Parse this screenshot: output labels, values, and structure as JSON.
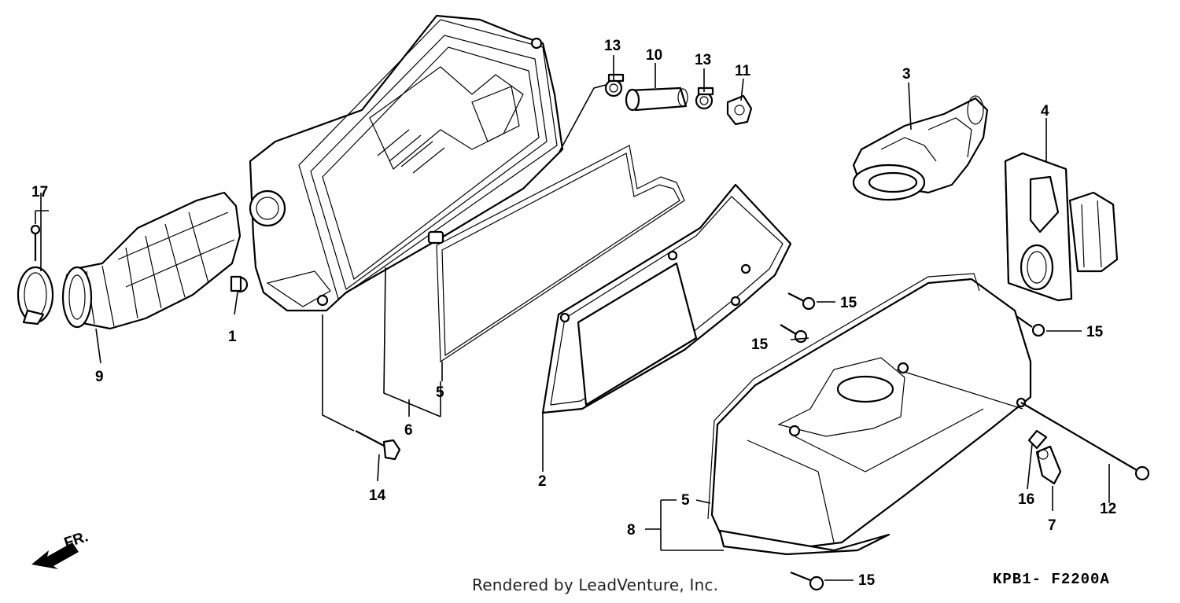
{
  "diagram": {
    "credit_text": "Rendered by LeadVenture, Inc.",
    "diagram_code": "KPB1- F2200A",
    "direction_label": "FR.",
    "callouts": {
      "c1": "1",
      "c2": "2",
      "c3": "3",
      "c4": "4",
      "c5a": "5",
      "c5b": "5",
      "c6": "6",
      "c7": "7",
      "c8": "8",
      "c9": "9",
      "c10": "10",
      "c11": "11",
      "c12": "12",
      "c13a": "13",
      "c13b": "13",
      "c14": "14",
      "c15a": "15",
      "c15b": "15",
      "c15c": "15",
      "c15d": "15",
      "c16": "16",
      "c17": "17"
    }
  }
}
